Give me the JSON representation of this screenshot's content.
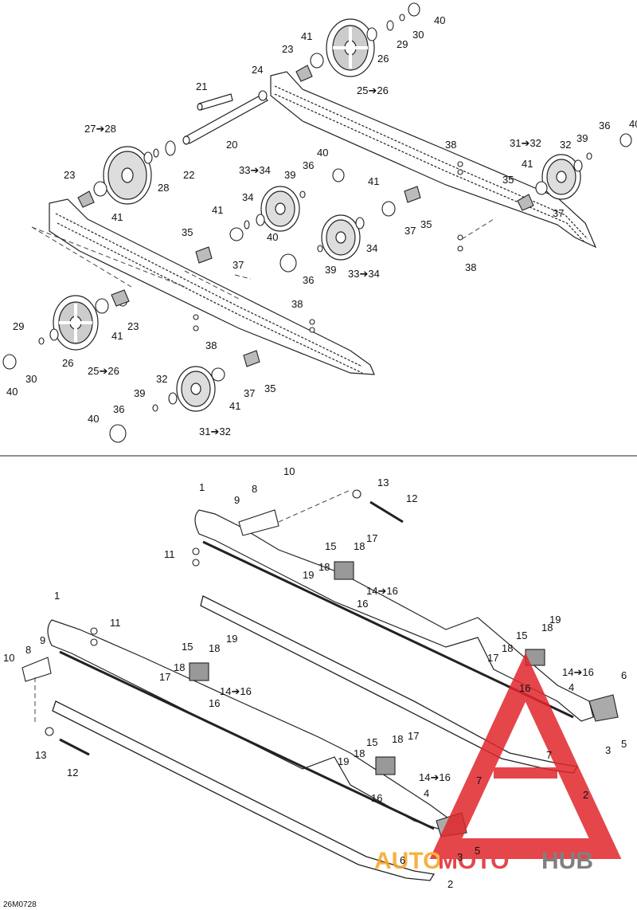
{
  "figure_code": "26M0728",
  "callouts_top": [
    {
      "id": "t40a",
      "text": "40"
    },
    {
      "id": "t30a",
      "text": "30"
    },
    {
      "id": "t29a",
      "text": "29"
    },
    {
      "id": "t41a",
      "text": "41"
    },
    {
      "id": "t23a",
      "text": "23"
    },
    {
      "id": "t26a",
      "text": "26"
    },
    {
      "id": "t25a",
      "text": "25➔26"
    },
    {
      "id": "t24",
      "text": "24"
    },
    {
      "id": "t21",
      "text": "21"
    },
    {
      "id": "t20",
      "text": "20"
    },
    {
      "id": "t27",
      "text": "27➔28"
    },
    {
      "id": "t28",
      "text": "28"
    },
    {
      "id": "t22",
      "text": "22"
    },
    {
      "id": "t23b",
      "text": "23"
    },
    {
      "id": "t41b",
      "text": "41"
    },
    {
      "id": "t3334a",
      "text": "33➔34"
    },
    {
      "id": "t39a",
      "text": "39"
    },
    {
      "id": "t36a",
      "text": "36"
    },
    {
      "id": "t40b",
      "text": "40"
    },
    {
      "id": "t34a",
      "text": "34"
    },
    {
      "id": "t41c",
      "text": "41"
    },
    {
      "id": "t35a",
      "text": "35"
    },
    {
      "id": "t37a",
      "text": "37"
    },
    {
      "id": "t40c",
      "text": "40"
    },
    {
      "id": "t36b",
      "text": "36"
    },
    {
      "id": "t39b",
      "text": "39"
    },
    {
      "id": "t3334b",
      "text": "33➔34"
    },
    {
      "id": "t34b",
      "text": "34"
    },
    {
      "id": "t41d",
      "text": "41"
    },
    {
      "id": "t37b",
      "text": "37"
    },
    {
      "id": "t35b",
      "text": "35"
    },
    {
      "id": "t38a",
      "text": "38"
    },
    {
      "id": "t3132a",
      "text": "31➔32"
    },
    {
      "id": "t32a",
      "text": "32"
    },
    {
      "id": "t39c",
      "text": "39"
    },
    {
      "id": "t36c",
      "text": "36"
    },
    {
      "id": "t40d",
      "text": "40"
    },
    {
      "id": "t35c",
      "text": "35"
    },
    {
      "id": "t41e",
      "text": "41"
    },
    {
      "id": "t37c",
      "text": "37"
    },
    {
      "id": "t38b",
      "text": "38"
    },
    {
      "id": "t38c",
      "text": "38"
    },
    {
      "id": "t29b",
      "text": "29"
    },
    {
      "id": "t30b",
      "text": "30"
    },
    {
      "id": "t40e",
      "text": "40"
    },
    {
      "id": "t26b",
      "text": "26"
    },
    {
      "id": "t25b",
      "text": "25➔26"
    },
    {
      "id": "t23c",
      "text": "23"
    },
    {
      "id": "t41f",
      "text": "41"
    },
    {
      "id": "t38d",
      "text": "38"
    },
    {
      "id": "t35d",
      "text": "35"
    },
    {
      "id": "t37d",
      "text": "37"
    },
    {
      "id": "t32b",
      "text": "32"
    },
    {
      "id": "t39d",
      "text": "39"
    },
    {
      "id": "t36d",
      "text": "36"
    },
    {
      "id": "t41g",
      "text": "41"
    },
    {
      "id": "t40f",
      "text": "40"
    },
    {
      "id": "t3132b",
      "text": "31➔32"
    }
  ],
  "callouts_bottom": [
    {
      "id": "b10a",
      "text": "10"
    },
    {
      "id": "b13a",
      "text": "13"
    },
    {
      "id": "b1a",
      "text": "1"
    },
    {
      "id": "b8a",
      "text": "8"
    },
    {
      "id": "b9a",
      "text": "9"
    },
    {
      "id": "b12a",
      "text": "12"
    },
    {
      "id": "b17a",
      "text": "17"
    },
    {
      "id": "b15a",
      "text": "15"
    },
    {
      "id": "b18a",
      "text": "18"
    },
    {
      "id": "b11a",
      "text": "11"
    },
    {
      "id": "b19a",
      "text": "19"
    },
    {
      "id": "b18b",
      "text": "18"
    },
    {
      "id": "b1416a",
      "text": "14➔16"
    },
    {
      "id": "b16a",
      "text": "16"
    },
    {
      "id": "b1b",
      "text": "1"
    },
    {
      "id": "b11b",
      "text": "11"
    },
    {
      "id": "b19b",
      "text": "19"
    },
    {
      "id": "b15b",
      "text": "15"
    },
    {
      "id": "b18c",
      "text": "18"
    },
    {
      "id": "b17b",
      "text": "17"
    },
    {
      "id": "b18d",
      "text": "18"
    },
    {
      "id": "b1416b",
      "text": "14➔16"
    },
    {
      "id": "b16b",
      "text": "16"
    },
    {
      "id": "b6a",
      "text": "6"
    },
    {
      "id": "b4a",
      "text": "4"
    },
    {
      "id": "b7a",
      "text": "7"
    },
    {
      "id": "b5a",
      "text": "5"
    },
    {
      "id": "b3a",
      "text": "3"
    },
    {
      "id": "b2a",
      "text": "2"
    },
    {
      "id": "b8b",
      "text": "8"
    },
    {
      "id": "b9b",
      "text": "9"
    },
    {
      "id": "b10b",
      "text": "10"
    },
    {
      "id": "b15c",
      "text": "15"
    },
    {
      "id": "b18e",
      "text": "18"
    },
    {
      "id": "b19c",
      "text": "19"
    },
    {
      "id": "b18f",
      "text": "18"
    },
    {
      "id": "b17c",
      "text": "17"
    },
    {
      "id": "b1416c",
      "text": "14➔16"
    },
    {
      "id": "b16c",
      "text": "16"
    },
    {
      "id": "b13b",
      "text": "13"
    },
    {
      "id": "b12b",
      "text": "12"
    },
    {
      "id": "b15d",
      "text": "15"
    },
    {
      "id": "b18g",
      "text": "18"
    },
    {
      "id": "b17d",
      "text": "17"
    },
    {
      "id": "b18h",
      "text": "18"
    },
    {
      "id": "b19d",
      "text": "19"
    },
    {
      "id": "b1416d",
      "text": "14➔16"
    },
    {
      "id": "b16d",
      "text": "16"
    },
    {
      "id": "b4b",
      "text": "4"
    },
    {
      "id": "b7b",
      "text": "7"
    },
    {
      "id": "b3b",
      "text": "3"
    },
    {
      "id": "b5b",
      "text": "5"
    },
    {
      "id": "b6b",
      "text": "6"
    },
    {
      "id": "b2b",
      "text": "2"
    }
  ],
  "watermark": {
    "text_orange": "AUTO",
    "text_red": "MOTO",
    "text_grey": "HUB",
    "color_red": "#e0262b",
    "color_orange": "#f7a520",
    "color_grey": "#6b6b6b"
  }
}
